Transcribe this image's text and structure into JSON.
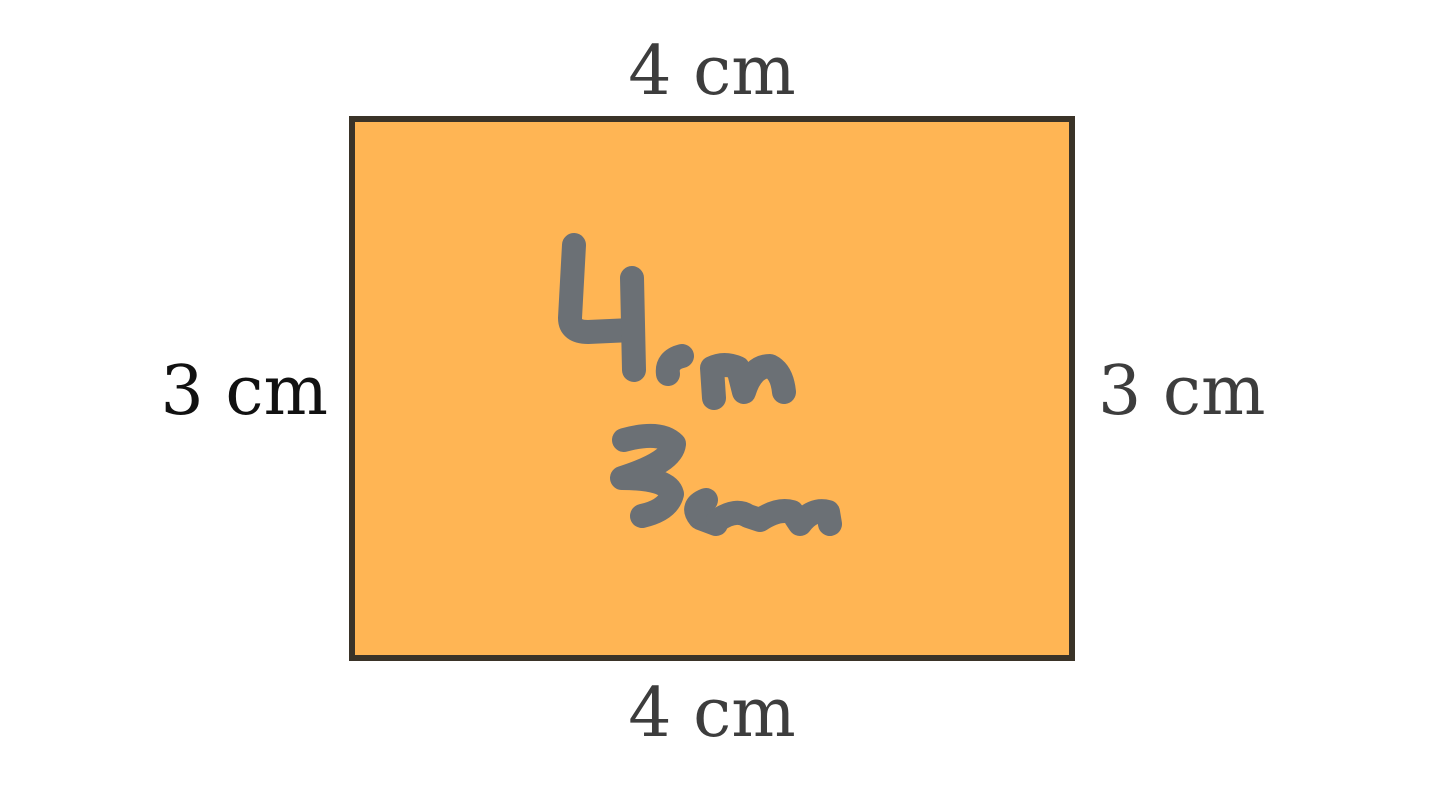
{
  "diagram": {
    "shape_fill": "#FFB554",
    "shape_stroke": "#3a3328",
    "ink_color": "#6b7075",
    "labels": {
      "top": "4 cm",
      "bottom": "4 cm",
      "left": "3 cm",
      "right": "3 cm"
    },
    "handwriting": {
      "line1": "4cm",
      "line2": "3cm"
    }
  }
}
